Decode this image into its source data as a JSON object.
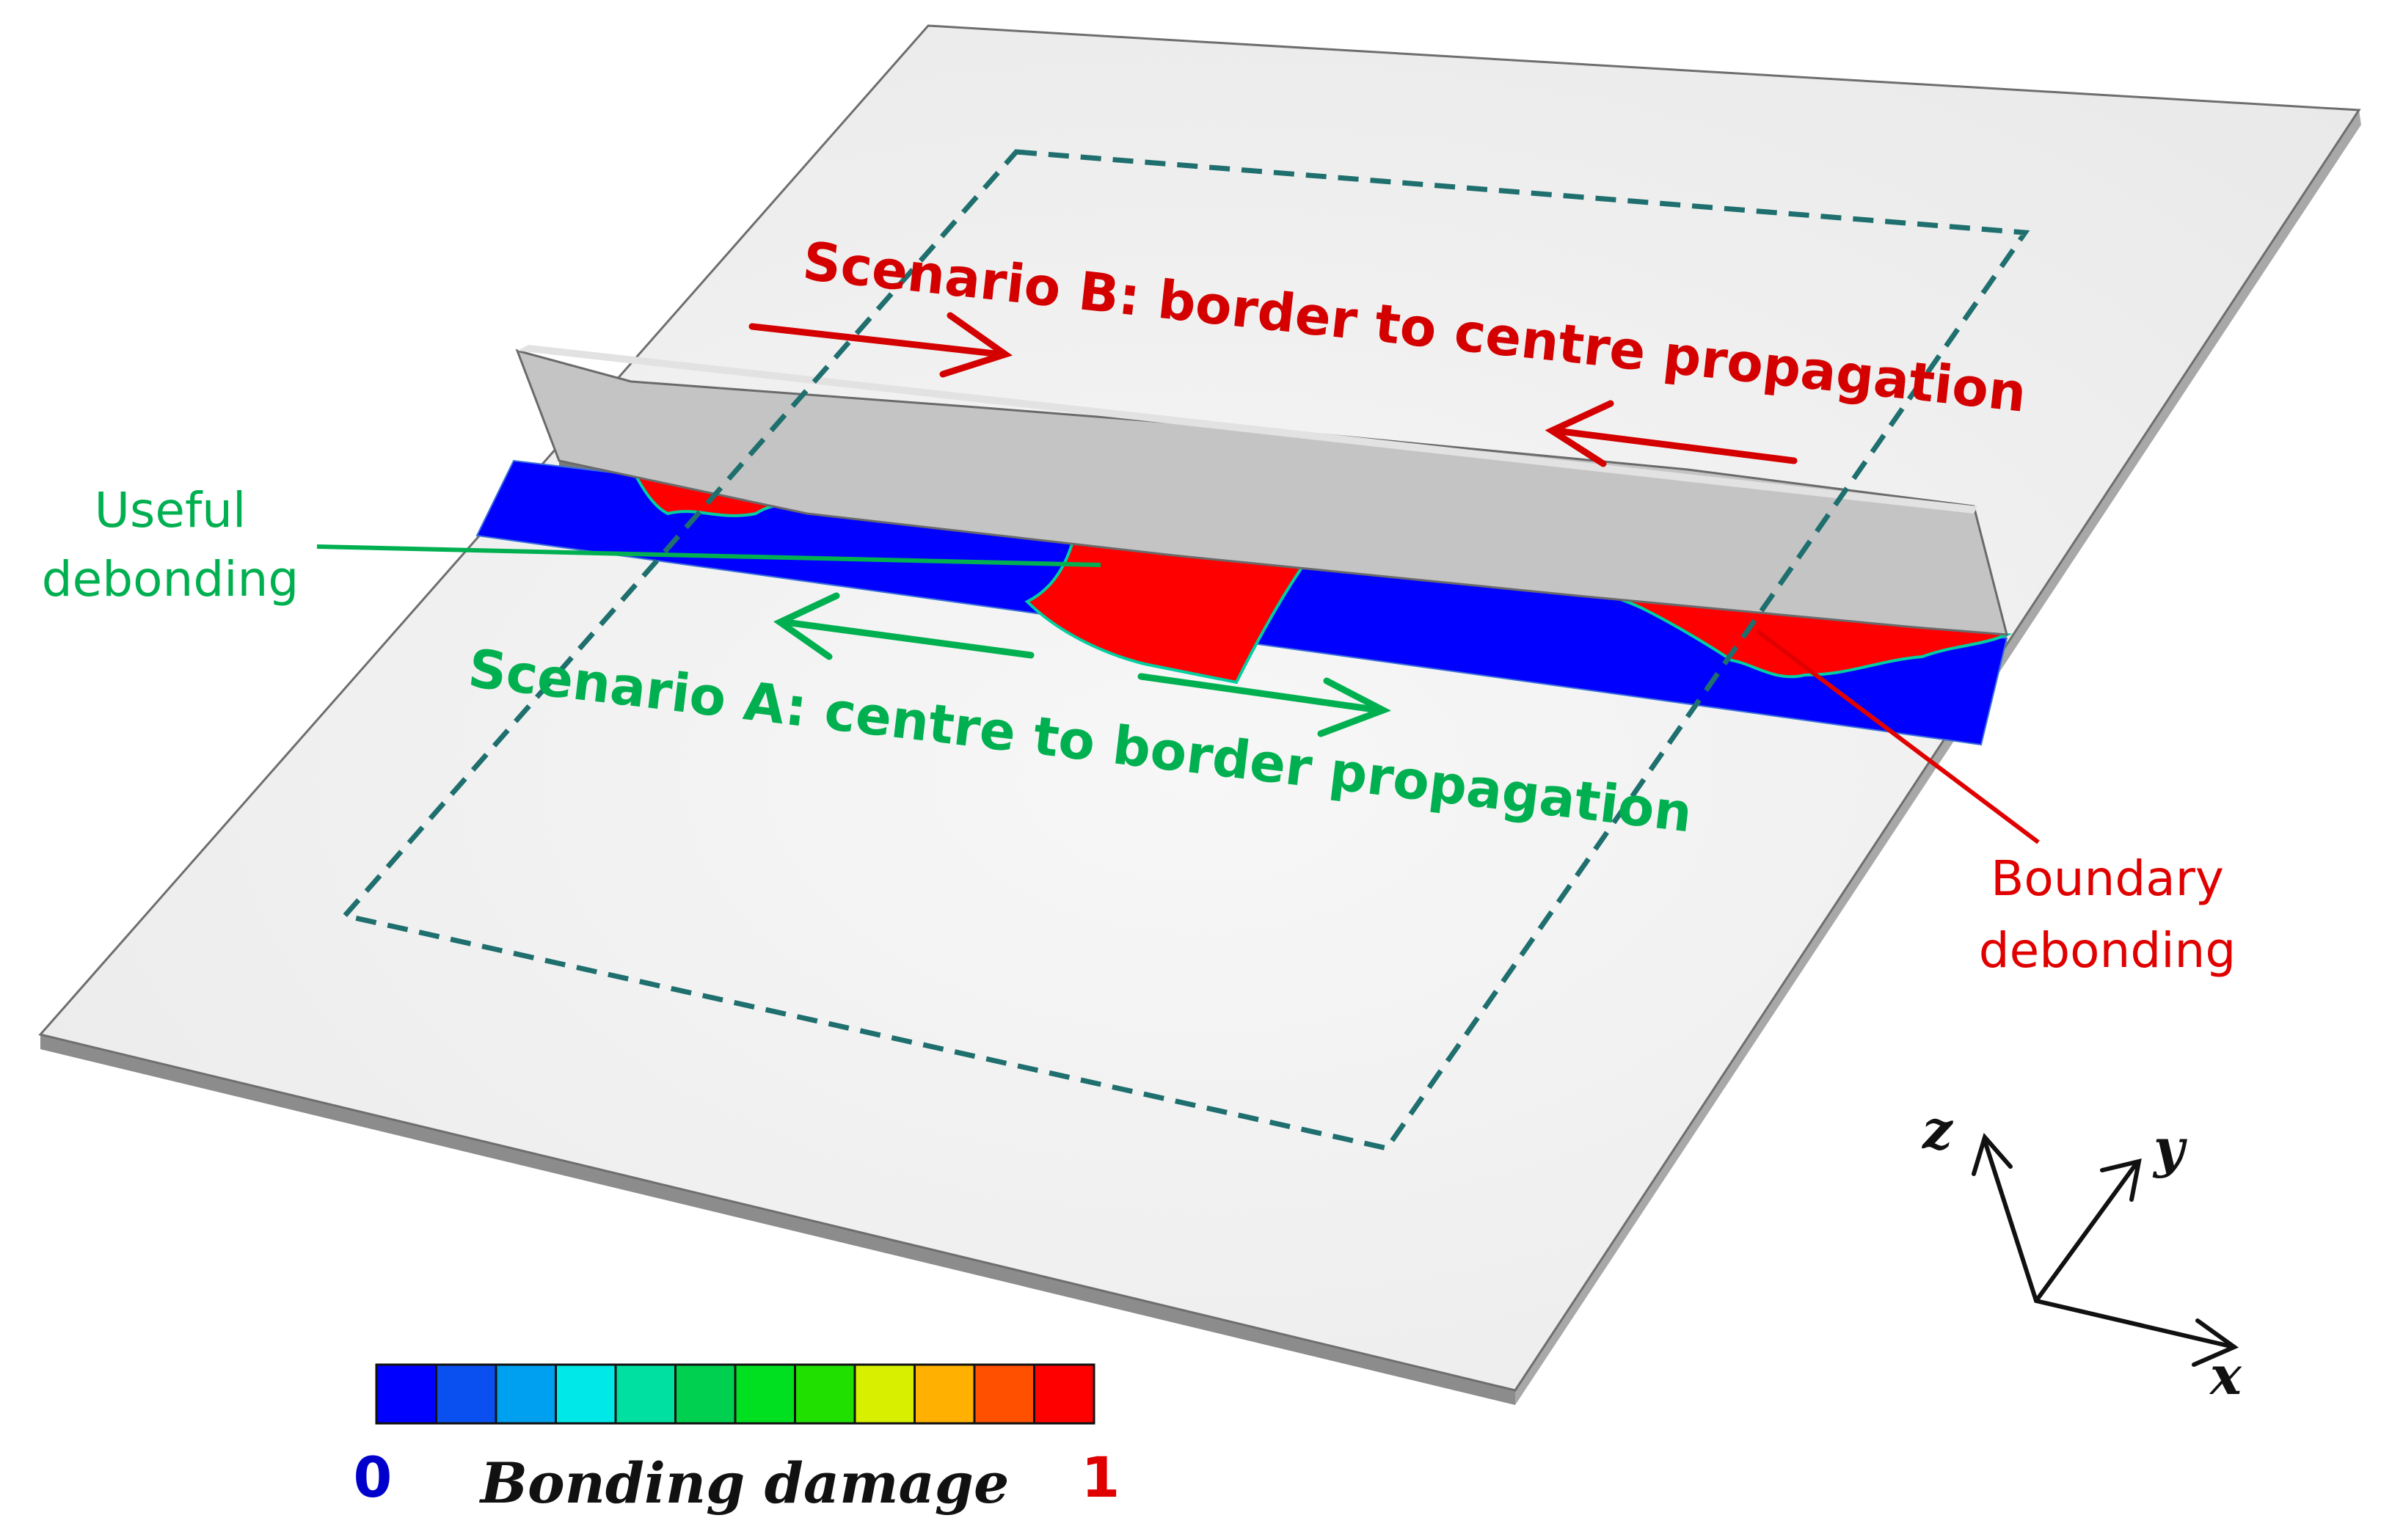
{
  "colors": {
    "plate": "#efefef",
    "plate_edge": "#9a9a9a",
    "stiffener": "#bdbdbd",
    "dashed_box": "#1f6f6f",
    "scenario_b": "#d40000",
    "scenario_a": "#00b050",
    "damage_low": "#0000ff",
    "damage_high": "#ff0000",
    "useful_label": "#00b050",
    "boundary_label": "#e00000"
  },
  "labels": {
    "scenario_b": "Scenario B: border to centre propagation",
    "scenario_a": "Scenario A: centre to border propagation",
    "useful_line1": "Useful",
    "useful_line2": "debonding",
    "boundary_line1": "Boundary",
    "boundary_line2": "debonding"
  },
  "axes": {
    "x": "x",
    "y": "y",
    "z": "z"
  },
  "colorbar": {
    "title": "Bonding damage",
    "min_label": "0",
    "max_label": "1",
    "colors": [
      "#0000ff",
      "#0a50f0",
      "#00a0f0",
      "#00e8e8",
      "#00e0a0",
      "#00d050",
      "#00e020",
      "#20e000",
      "#d8f000",
      "#ffb000",
      "#ff5000",
      "#ff0000"
    ]
  }
}
